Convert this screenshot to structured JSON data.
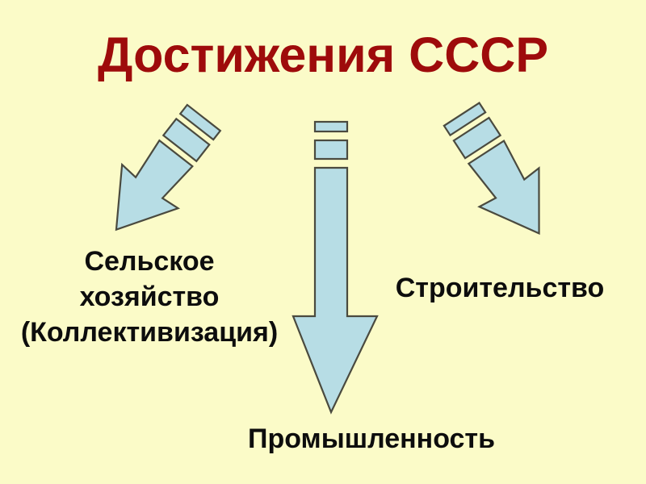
{
  "slide": {
    "title": "Достижения СССР",
    "background_color": "#fbfbc8",
    "title_color": "#9e0b0b",
    "text_color": "#0d0d0d",
    "arrow_fill_color": "#b7dde5",
    "arrow_outline_color": "#4a4a3f"
  },
  "labels": {
    "agriculture_line1": "Сельское",
    "agriculture_line2": "хозяйство",
    "agriculture_line3": "(Коллективизация)",
    "construction": "Строительство",
    "industry": "Промышленность"
  },
  "arrows": [
    {
      "name": "arrow-down-left",
      "direction": "down-left",
      "target_label": "Сельское хозяйство (Коллективизация)",
      "stripes": 2
    },
    {
      "name": "arrow-down",
      "direction": "down",
      "target_label": "Промышленность",
      "stripes": 2
    },
    {
      "name": "arrow-down-right",
      "direction": "down-right",
      "target_label": "Строительство",
      "stripes": 2
    }
  ]
}
